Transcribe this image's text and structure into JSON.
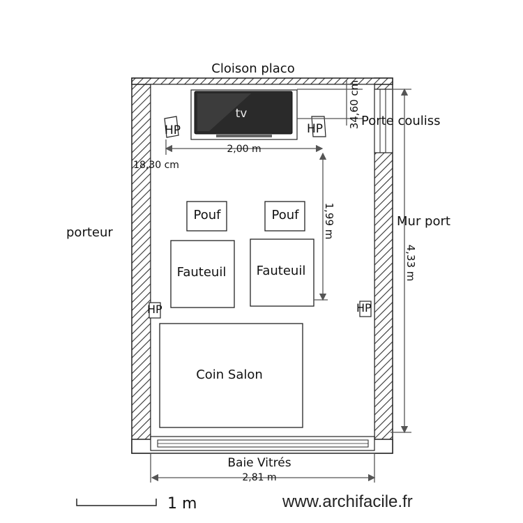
{
  "plan": {
    "top_wall": "Cloison placo",
    "left_wall": "porteur",
    "right_wall": "Mur port",
    "sliding_door": "Porte couliss",
    "bay_window": "Baie Vitrés"
  },
  "furniture": {
    "tv": "tv",
    "speaker_label": "HP",
    "pouf": "Pouf",
    "armchair": "Fauteuil",
    "lounge": "Coin Salon"
  },
  "dimensions": {
    "tv_width": "2,00 m",
    "speaker_offset": "18,30 cm",
    "tv_distance": "34,60 cm",
    "screen_to_seat": "1,99 m",
    "room_length": "4,33 m",
    "room_width": "2,81 m"
  },
  "scale_label": "1 m",
  "watermark": "www.archifacile.fr"
}
